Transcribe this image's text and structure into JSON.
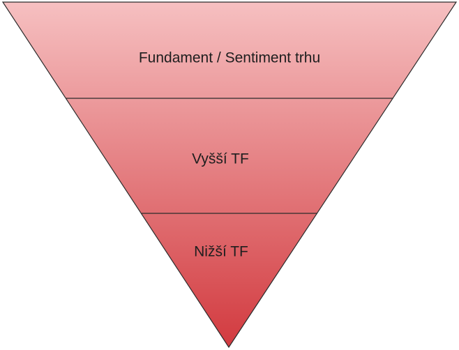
{
  "diagram": {
    "type": "inverted-pyramid",
    "levels": [
      {
        "label": "Fundament / Sentiment trhu"
      },
      {
        "label": "Vyšší TF"
      },
      {
        "label": "Nižší TF"
      }
    ],
    "colors": {
      "gradient_top": "#f6c0c1",
      "gradient_bottom": "#d23a3f",
      "outline": "#2b2b2b",
      "text": "#1e1e1e"
    }
  }
}
